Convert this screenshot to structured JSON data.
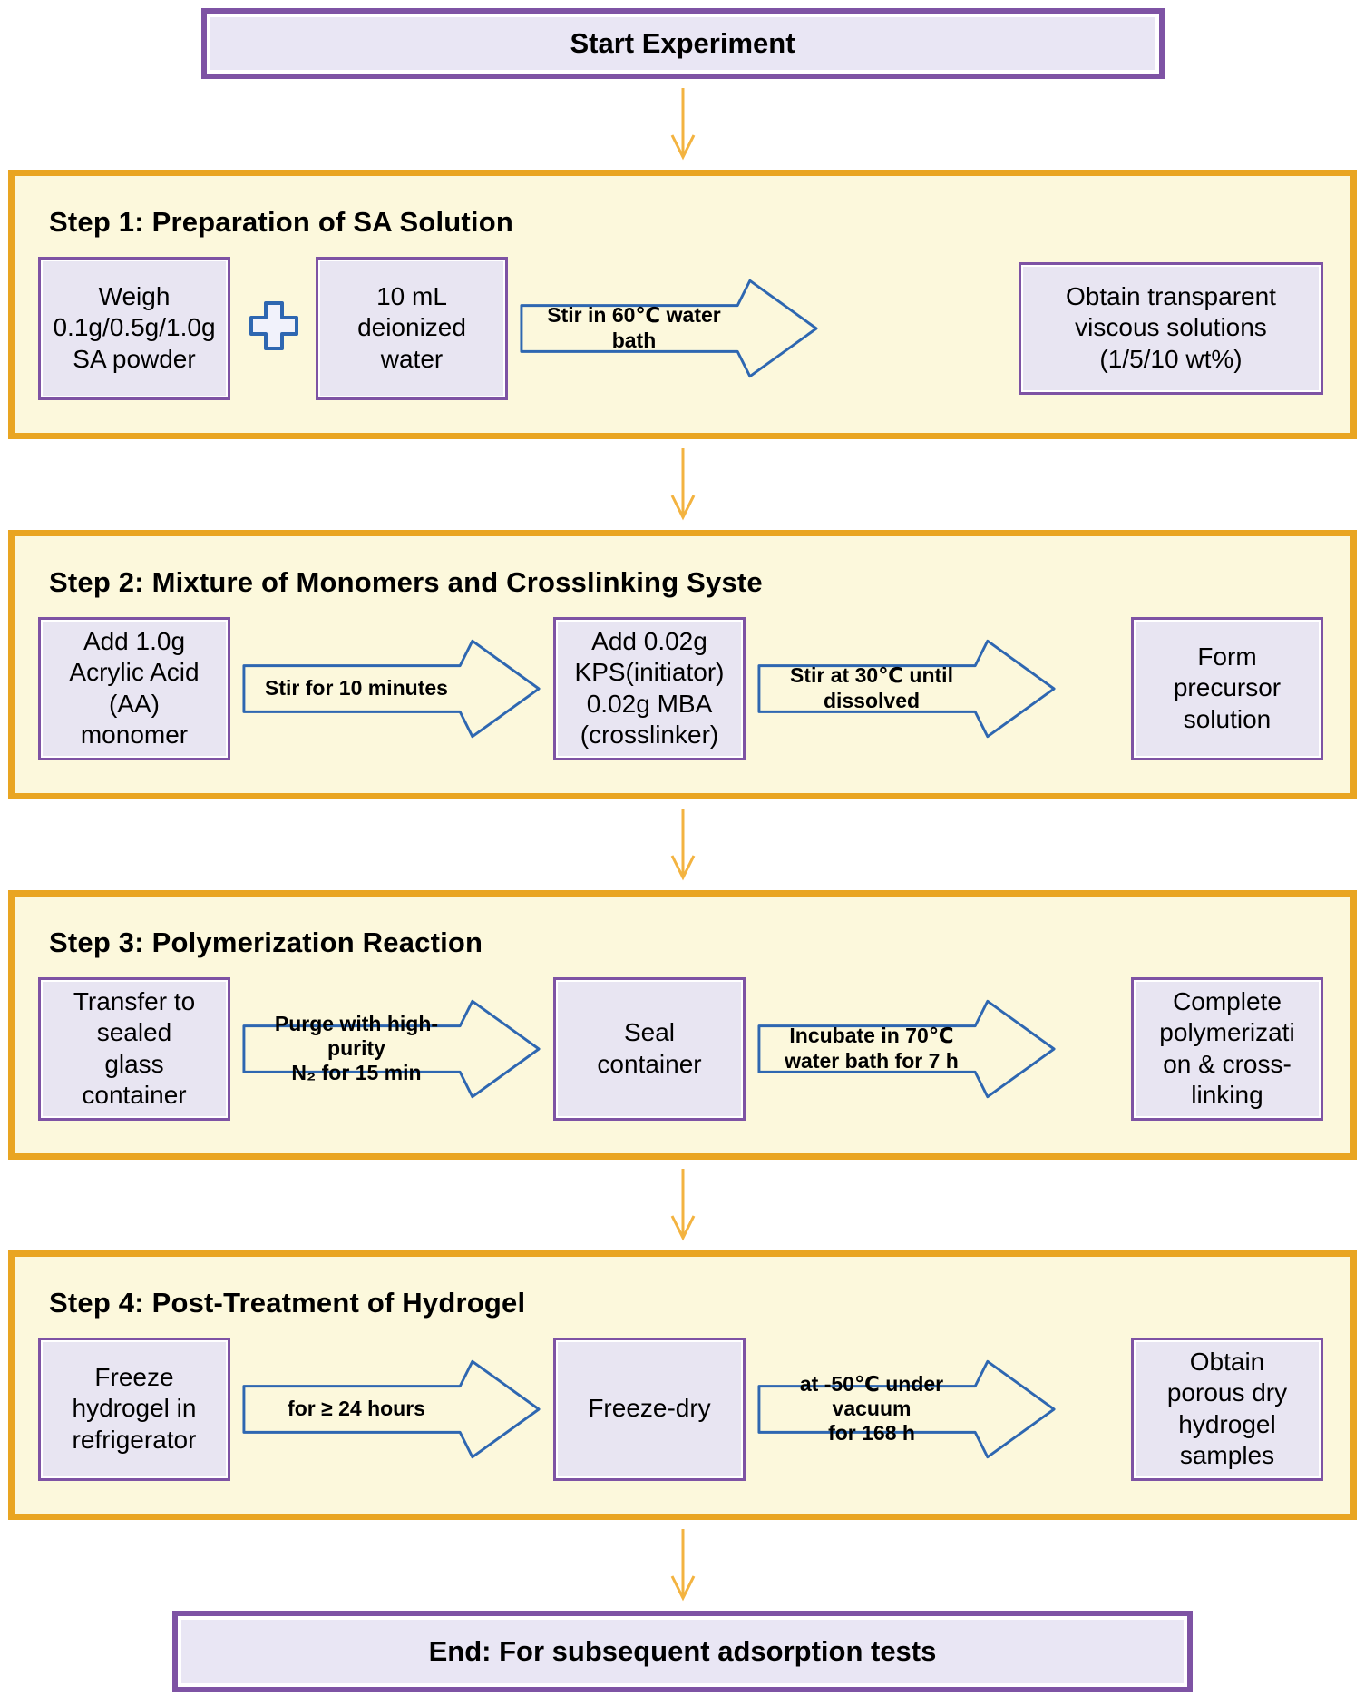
{
  "flow": {
    "start": {
      "label": "Start Experiment"
    },
    "steps": [
      {
        "title": "Step 1: Preparation of SA Solution",
        "items": [
          {
            "type": "box",
            "label": "Weigh\n0.1g/0.5g/1.0g\nSA powder"
          },
          {
            "type": "plus",
            "icon": "plus-icon"
          },
          {
            "type": "box",
            "label": "10 mL\ndeionized\nwater"
          },
          {
            "type": "arrow",
            "label": "Stir in 60℃ water\nbath"
          },
          {
            "type": "box",
            "label": "Obtain transparent\nviscous solutions\n(1/5/10 wt%)",
            "wide": true
          }
        ]
      },
      {
        "title": "Step 2: Mixture of Monomers and Crosslinking Syste",
        "items": [
          {
            "type": "box",
            "label": "Add 1.0g\nAcrylic Acid\n(AA)\nmonomer"
          },
          {
            "type": "arrow",
            "label": "Stir for 10 minutes"
          },
          {
            "type": "box",
            "label": "Add 0.02g\nKPS(initiator)\n0.02g MBA\n(crosslinker)"
          },
          {
            "type": "arrow",
            "label": "Stir at 30℃ until\ndissolved"
          },
          {
            "type": "box",
            "label": "Form\nprecursor\nsolution"
          }
        ]
      },
      {
        "title": "Step 3: Polymerization Reaction",
        "items": [
          {
            "type": "box",
            "label": "Transfer to\nsealed\nglass\ncontainer"
          },
          {
            "type": "arrow",
            "label": "Purge with high-purity\nN₂ for 15 min"
          },
          {
            "type": "box",
            "label": "Seal\ncontainer"
          },
          {
            "type": "arrow",
            "label": "Incubate in 70℃\nwater bath for 7 h"
          },
          {
            "type": "box",
            "label": "Complete\npolymerizati\non & cross-\nlinking"
          }
        ]
      },
      {
        "title": "Step 4: Post-Treatment of Hydrogel",
        "items": [
          {
            "type": "box",
            "label": "Freeze\nhydrogel in\nrefrigerator"
          },
          {
            "type": "arrow",
            "label": "for ≥ 24 hours"
          },
          {
            "type": "box",
            "label": "Freeze-dry"
          },
          {
            "type": "arrow",
            "label": "at -50℃ under vacuum\nfor 168 h"
          },
          {
            "type": "box",
            "label": "Obtain\nporous dry\nhydrogel\nsamples"
          }
        ]
      }
    ],
    "end": {
      "label": "End: For subsequent adsorption tests"
    }
  },
  "colors": {
    "panel_border": "#e9a522",
    "panel_fill": "#fcf8dc",
    "node_border": "#7e53a4",
    "node_fill": "#e8e5f2",
    "process_arrow_blue": "#2e67b1",
    "connector_gold": "#f3b340"
  }
}
